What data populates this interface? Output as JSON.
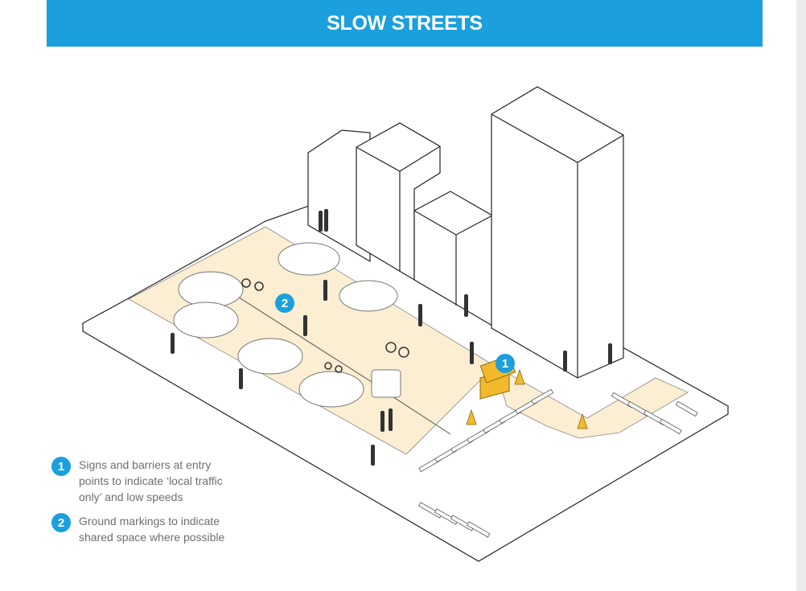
{
  "header": {
    "title": "SLOW STREETS"
  },
  "markers": [
    {
      "number": "1"
    },
    {
      "number": "2"
    }
  ],
  "legend": [
    {
      "number": "1",
      "text": "Signs and barriers at entry\npoints to indicate ‘local traffic\nonly’ and low speeds"
    },
    {
      "number": "2",
      "text": "Ground markings to indicate\nshared space where possible"
    }
  ],
  "colors": {
    "header": "#1b9fdd",
    "street": "#fbeed2",
    "barrier": "#f2b92d",
    "marker": "#1b9fdd",
    "legend_text": "#6d6e71"
  }
}
